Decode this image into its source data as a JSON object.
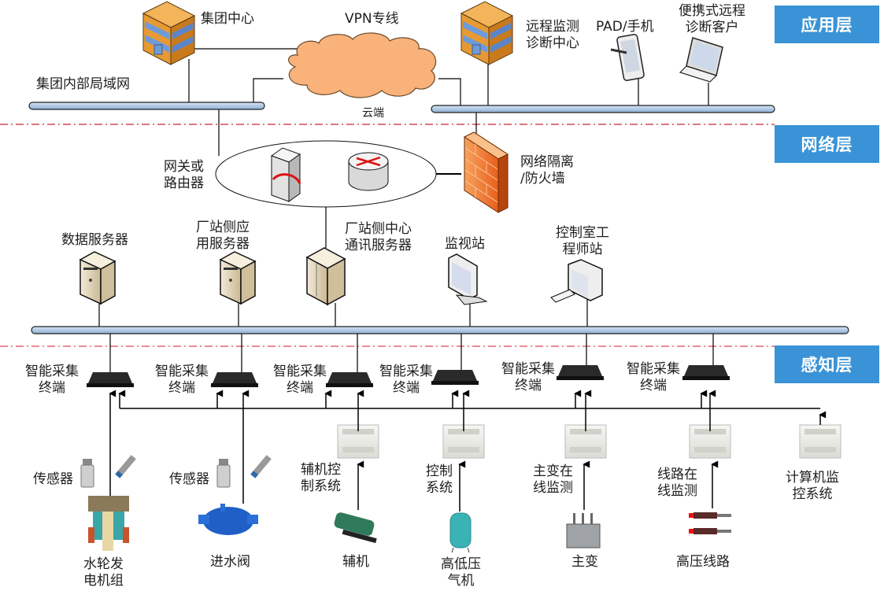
{
  "layers": {
    "application": "应用层",
    "network": "网络层",
    "perception": "感知层"
  },
  "application_layer": {
    "group_center": "集团中心",
    "vpn": "VPN专线",
    "cloud": "云端",
    "group_lan": "集团内部局域网",
    "remote_center": [
      "远程监测",
      "诊断中心"
    ],
    "pad": "PAD/手机",
    "portable_client": [
      "便携式远程",
      "诊断客户"
    ]
  },
  "network_layer": {
    "gateway": [
      "网关或",
      "路由器"
    ],
    "firewall": [
      "网络隔离",
      "/防火墙"
    ],
    "data_server": "数据服务器",
    "app_server": [
      "厂站侧应",
      "用服务器"
    ],
    "comm_server": [
      "厂站侧中心",
      "通讯服务器"
    ],
    "monitor_station": "监视站",
    "engineer_station": [
      "控制室工",
      "程师站"
    ]
  },
  "perception_layer": {
    "terminal": [
      "智能采集",
      "终端"
    ],
    "sensor": "传感器",
    "aux_control": [
      "辅机控",
      "制系统"
    ],
    "control_system": [
      "控制",
      "系统"
    ],
    "transformer_monitor": [
      "主变在",
      "线监测"
    ],
    "line_monitor": [
      "线路在",
      "线监测"
    ],
    "computer_monitor": [
      "计算机监",
      "控系统"
    ],
    "equipment": {
      "turbine": [
        "水轮发",
        "电机组"
      ],
      "inlet_valve": "进水阀",
      "aux_machine": "辅机",
      "compressor": [
        "高低压",
        "气机"
      ],
      "main_transformer": "主变",
      "hv_line": "高压线路"
    }
  },
  "colors": {
    "badge": "#3a93d6",
    "bus_fill": "#a9c4e4",
    "divider": "#c0283a",
    "cloud": "#f9b27a",
    "firewall": "#f47a2c"
  }
}
